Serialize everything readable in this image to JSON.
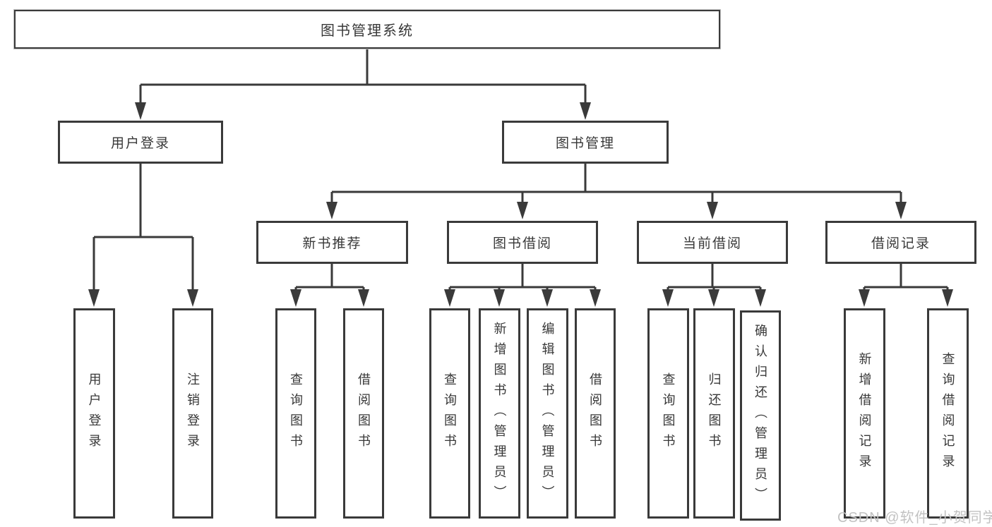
{
  "diagram": {
    "tree": {
      "label": "图书管理系统",
      "children": [
        {
          "label": "用户登录",
          "children": [
            {
              "label": "用户登录"
            },
            {
              "label": "注销登录"
            }
          ]
        },
        {
          "label": "图书管理",
          "children": [
            {
              "label": "新书推荐",
              "children": [
                {
                  "label": "查询图书"
                },
                {
                  "label": "借阅图书"
                }
              ]
            },
            {
              "label": "图书借阅",
              "children": [
                {
                  "label": "查询图书"
                },
                {
                  "label": "新增图书（管理员）"
                },
                {
                  "label": "编辑图书（管理员）"
                },
                {
                  "label": "借阅图书"
                }
              ]
            },
            {
              "label": "当前借阅",
              "children": [
                {
                  "label": "查询图书"
                },
                {
                  "label": "归还图书"
                },
                {
                  "label": "确认归还（管理员）"
                }
              ]
            },
            {
              "label": "借阅记录",
              "children": [
                {
                  "label": "新增借阅记录"
                },
                {
                  "label": "查询借阅记录"
                }
              ]
            }
          ]
        }
      ]
    },
    "colors": {
      "line": "#3a3a3a",
      "text": "#383838",
      "watermark": "#c2c2c2",
      "background": "#ffffff"
    }
  },
  "watermark": {
    "text": "CSDN @软件_小贺同学"
  }
}
